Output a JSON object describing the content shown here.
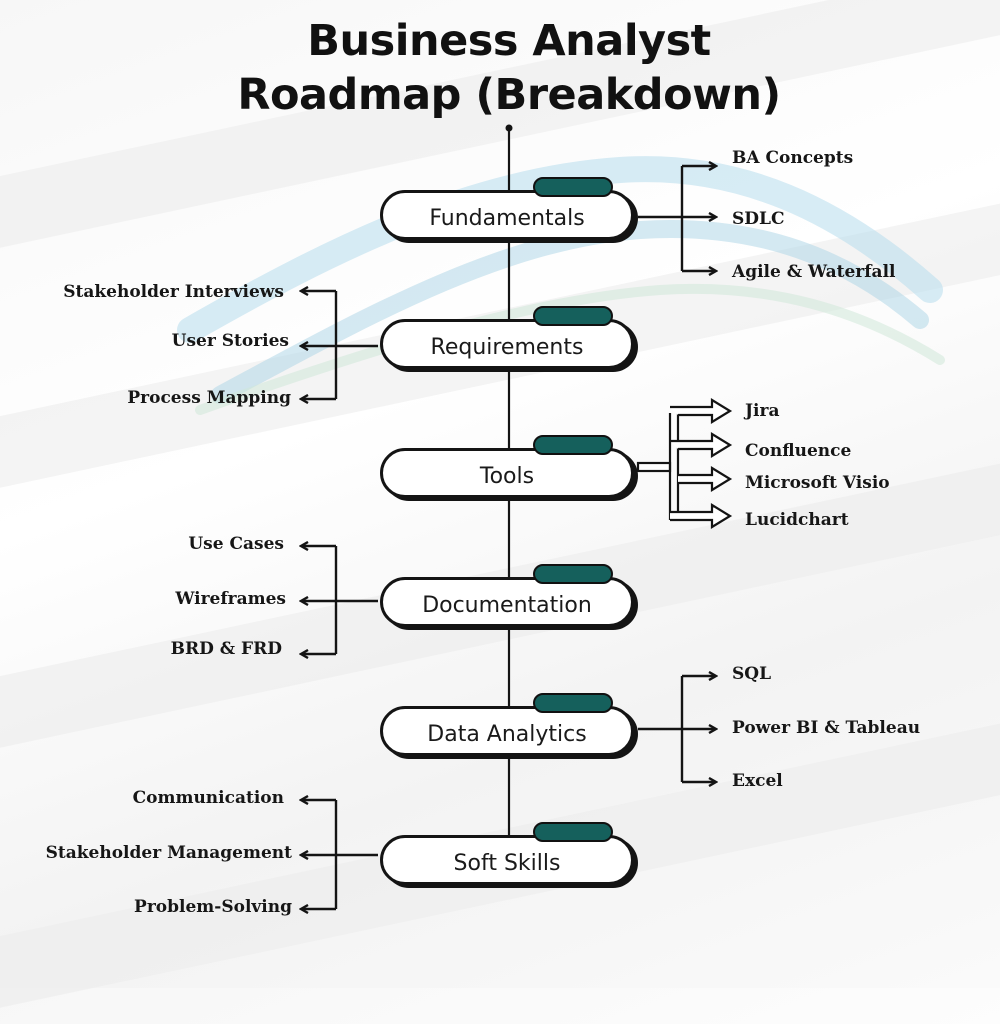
{
  "title": {
    "line1": "Business Analyst",
    "line2": "Roadmap (Breakdown)"
  },
  "colors": {
    "accent": "#15605c",
    "ink": "#141414",
    "wave": "#9ed0e6"
  },
  "stages": [
    {
      "label": "Fundamentals",
      "items": [
        "BA Concepts",
        "SDLC",
        "Agile & Waterfall"
      ]
    },
    {
      "label": "Requirements",
      "items": [
        "Stakeholder Interviews",
        "User Stories",
        "Process Mapping"
      ]
    },
    {
      "label": "Tools",
      "items": [
        "Jira",
        "Confluence",
        "Microsoft Visio",
        "Lucidchart"
      ]
    },
    {
      "label": "Documentation",
      "items": [
        "Use Cases",
        "Wireframes",
        "BRD & FRD"
      ]
    },
    {
      "label": "Data Analytics",
      "items": [
        "SQL",
        "Power BI & Tableau",
        "Excel"
      ]
    },
    {
      "label": "Soft Skills",
      "items": [
        "Communication",
        "Stakeholder Management",
        "Problem-Solving"
      ]
    }
  ]
}
